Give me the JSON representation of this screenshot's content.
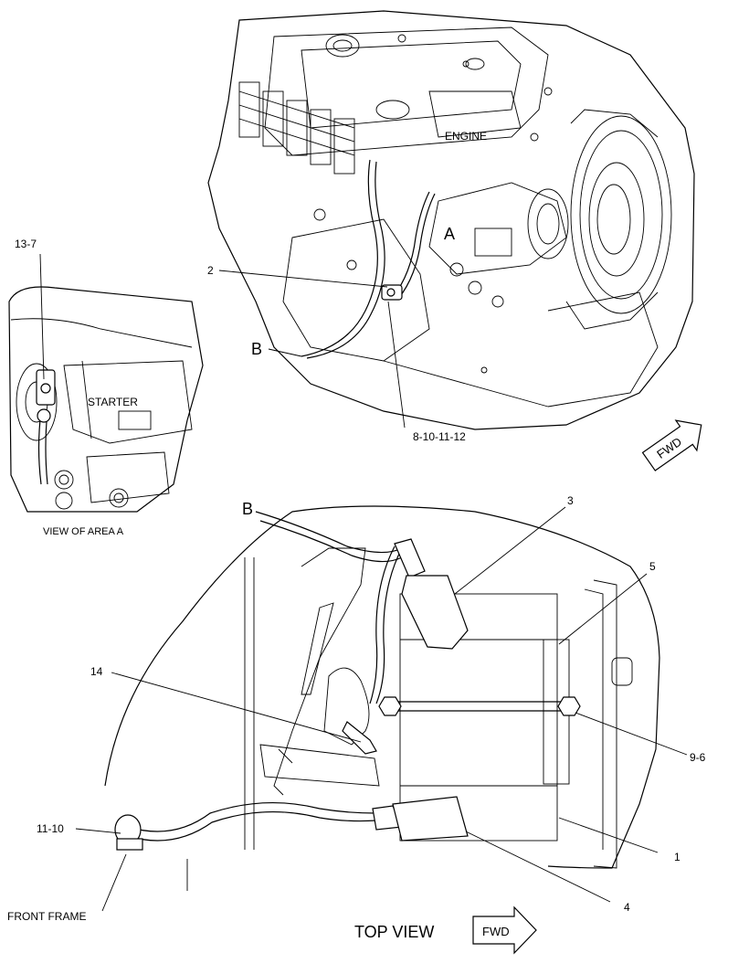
{
  "labels": {
    "engine": "ENGINE",
    "starter": "STARTER",
    "area_a": "A",
    "area_b_top": "B",
    "area_b_bottom": "B",
    "view_of_area_a": "VIEW OF AREA A",
    "top_view": "TOP VIEW",
    "front_frame": "FRONT FRAME",
    "fwd_top": "FWD",
    "fwd_bottom": "FWD"
  },
  "callouts": {
    "c_13_7": "13-7",
    "c_2": "2",
    "c_8_10_11_12": "8-10-11-12",
    "c_3": "3",
    "c_5": "5",
    "c_14": "14",
    "c_9_6": "9-6",
    "c_11_10": "11-10",
    "c_1": "1",
    "c_4": "4"
  }
}
